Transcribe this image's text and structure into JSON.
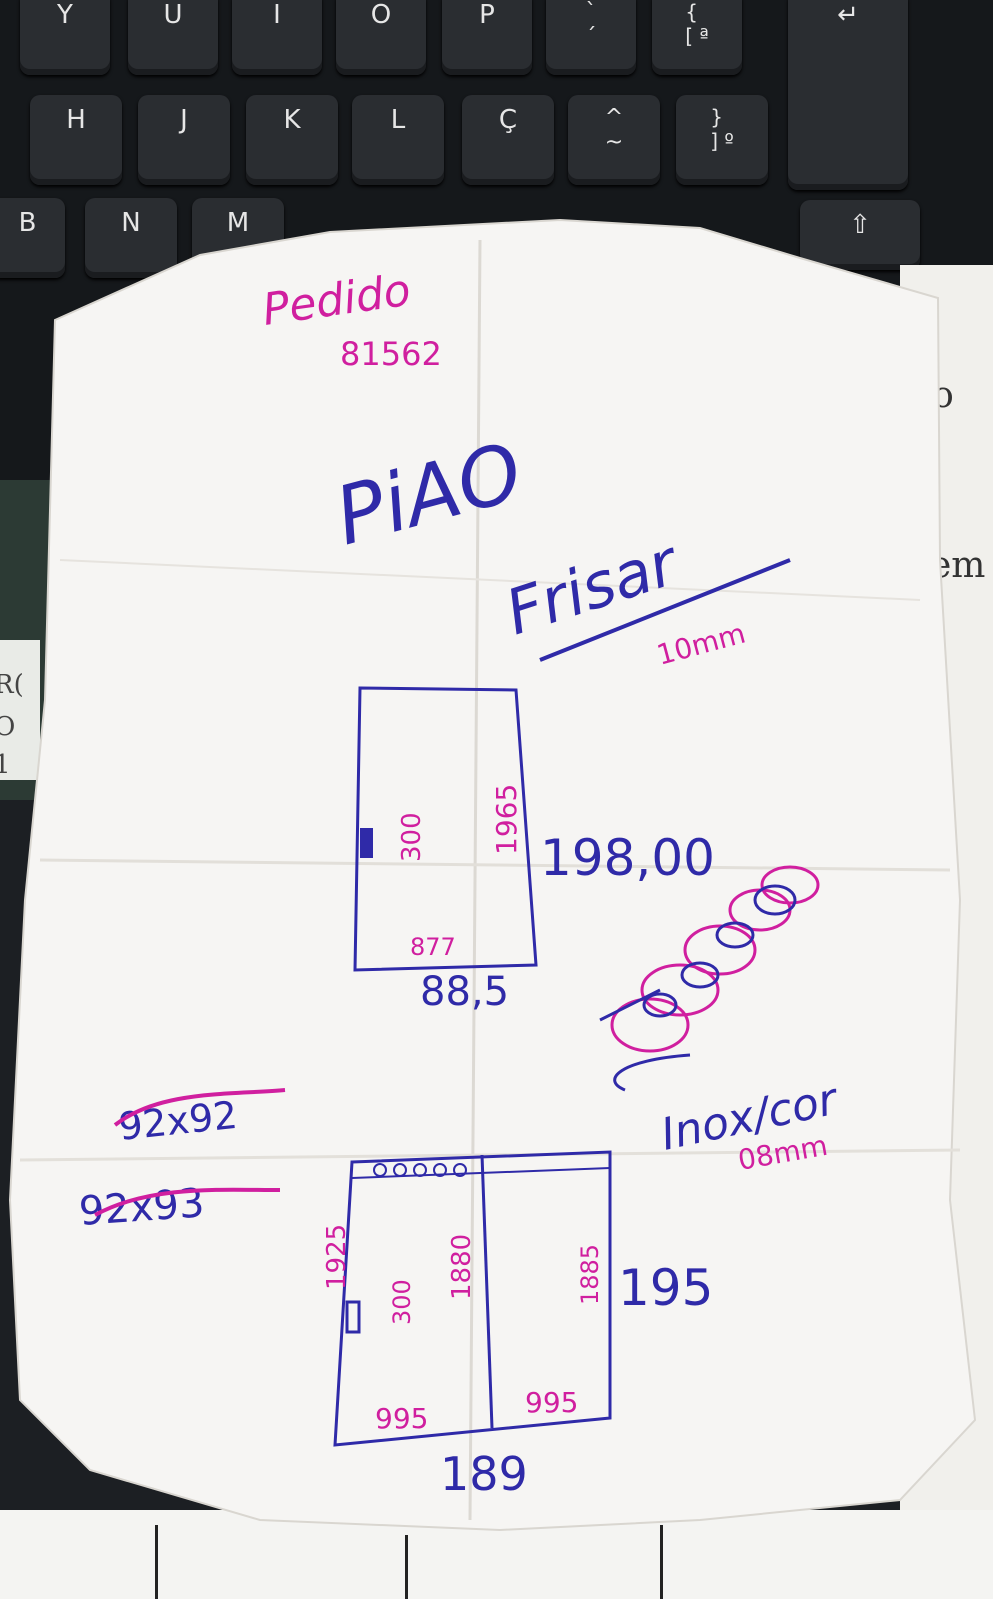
{
  "keyboard": {
    "row1": [
      "Y",
      "U",
      "I",
      "O",
      "P",
      "`\n´",
      "{\n[ ª",
      "↵"
    ],
    "row2": [
      "H",
      "J",
      "K",
      "L",
      "Ç",
      "^\n~",
      "}\n] º"
    ],
    "row3": [
      "B",
      "N",
      "M",
      "⇧"
    ]
  },
  "colors": {
    "blue_ink": "#2f2aa8",
    "pink_ink": "#d01f9f",
    "paper": "#f6f5f3"
  },
  "note": {
    "order_label": "Pedido",
    "order_number": "81562",
    "word_1": "PiAO",
    "word_2": "Frisar",
    "thickness_1": "10mm",
    "door_1": {
      "width_inner": "877",
      "width_outer": "88,5",
      "height_inner": "1965",
      "height_outer": "198,00",
      "handle_height": "300"
    },
    "word_3": "Inox/cor",
    "thickness_2": "08mm",
    "crossed_1": "92x92",
    "crossed_2": "92x93",
    "door_2": {
      "left_height": "1925",
      "handle_height": "300",
      "middle_height": "1880",
      "right_height": "1885",
      "height_outer": "195",
      "left_width": "995",
      "right_width": "995",
      "total_width": "189"
    }
  },
  "right_sheet_fragments": [
    ":o",
    "em",
    ")"
  ],
  "left_sheet_fragments": [
    "R(",
    "O",
    "1"
  ]
}
